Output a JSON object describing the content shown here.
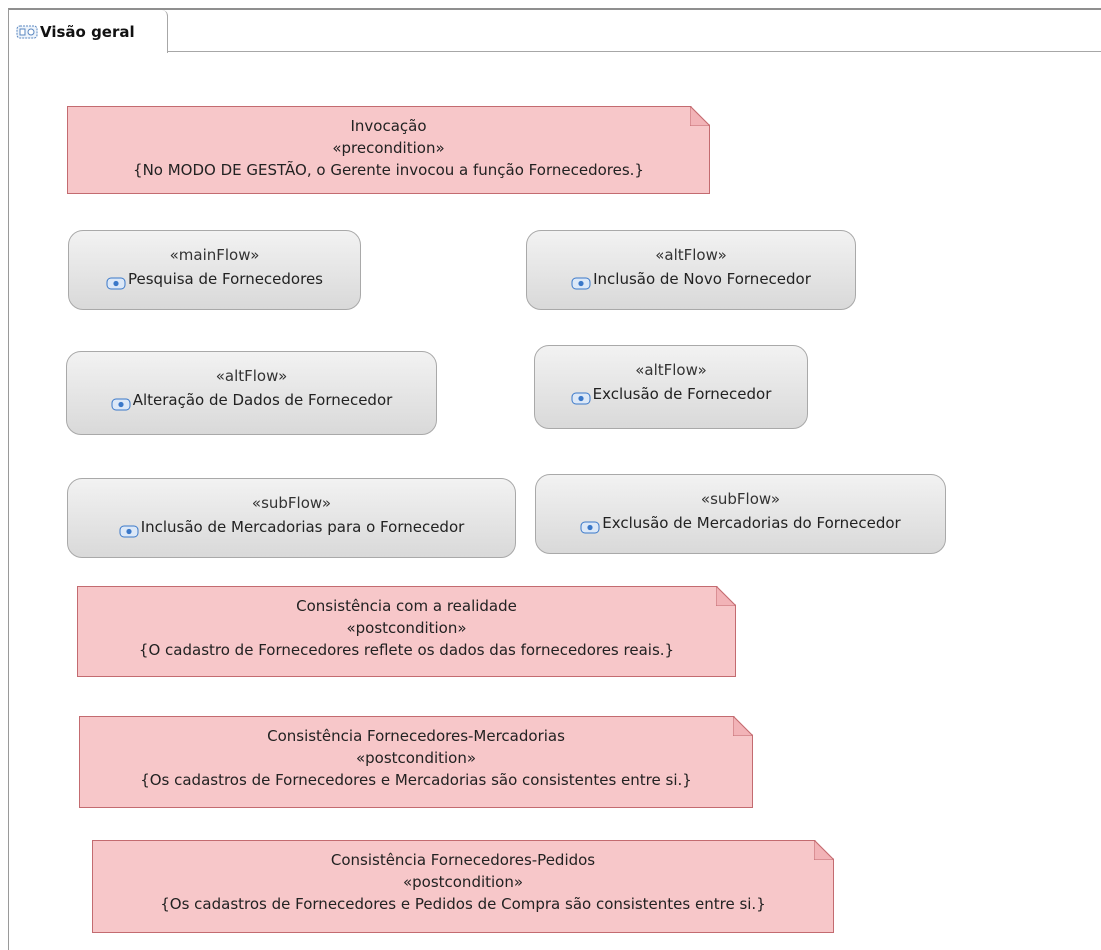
{
  "tab": {
    "label": "Visão geral",
    "icon": "overview-icon"
  },
  "preconditions": [
    {
      "title": "Invocação",
      "stereotype": "«precondition»",
      "text": "{No MODO DE GESTÃO, o Gerente invocou a função Fornecedores.}"
    }
  ],
  "flows": [
    {
      "stereotype": "«mainFlow»",
      "name": "Pesquisa de Fornecedores",
      "icon": "activity-icon"
    },
    {
      "stereotype": "«altFlow»",
      "name": "Inclusão de Novo Fornecedor",
      "icon": "activity-icon"
    },
    {
      "stereotype": "«altFlow»",
      "name": "Alteração de Dados de Fornecedor",
      "icon": "activity-icon"
    },
    {
      "stereotype": "«altFlow»",
      "name": "Exclusão de Fornecedor",
      "icon": "activity-icon"
    },
    {
      "stereotype": "«subFlow»",
      "name": "Inclusão de Mercadorias para o Fornecedor",
      "icon": "activity-icon"
    },
    {
      "stereotype": "«subFlow»",
      "name": "Exclusão de Mercadorias do Fornecedor",
      "icon": "activity-icon"
    }
  ],
  "postconditions": [
    {
      "title": "Consistência com a realidade",
      "stereotype": "«postcondition»",
      "text": "{O cadastro de Fornecedores reflete os dados das fornecedores reais.}"
    },
    {
      "title": "Consistência Fornecedores-Mercadorias",
      "stereotype": "«postcondition»",
      "text": "{Os cadastros de Fornecedores e Mercadorias são consistentes entre si.}"
    },
    {
      "title": "Consistência Fornecedores-Pedidos",
      "stereotype": "«postcondition»",
      "text": "{Os cadastros de Fornecedores e Pedidos de Compra são consistentes entre si.}"
    }
  ],
  "colors": {
    "note_fill": "#f7c7c9",
    "note_border": "#c36b70",
    "flow_fill_top": "#f2f2f2",
    "flow_fill_bottom": "#d9d9d9",
    "flow_border": "#a9a9a9",
    "icon_blue": "#3a78c9"
  }
}
